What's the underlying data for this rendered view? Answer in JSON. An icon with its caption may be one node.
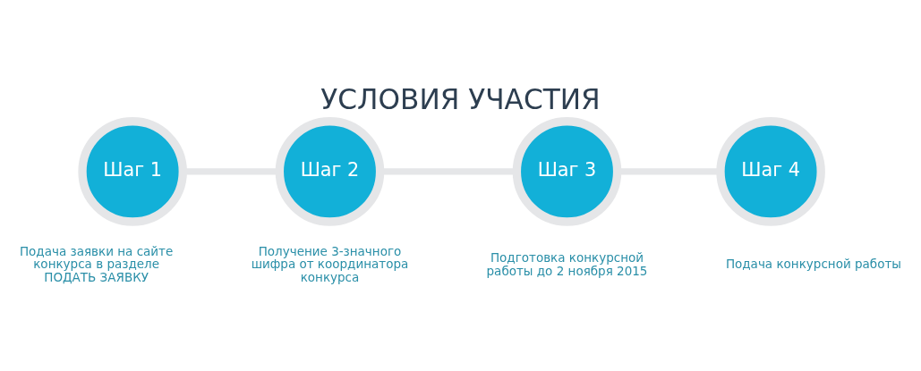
{
  "diagram": {
    "title": "УСЛОВИЯ УЧАСТИЯ",
    "nodes": [
      {
        "text": [
          "Шаг 1"
        ],
        "beside": [
          "Подача заявки на сайте конкурса в разделе ПОДАТЬ ЗАЯВКУ"
        ]
      },
      {
        "text": [
          "Шаг 2"
        ],
        "beside": [
          "Получение 3-значного шифра от координатора конкурса"
        ]
      },
      {
        "text": [
          "Шаг 3"
        ],
        "beside": [
          "Подготовка конкурсной работы до 2 ноября 2015"
        ]
      },
      {
        "text": [
          "Шаг 4"
        ],
        "beside": [
          "Подача конкурсной работы"
        ]
      }
    ],
    "edges": [
      {
        "from": 0,
        "to": 1,
        "arrow": "none"
      },
      {
        "from": 1,
        "to": 2,
        "arrow": "none"
      },
      {
        "from": 2,
        "to": 3,
        "arrow": "none"
      }
    ]
  }
}
